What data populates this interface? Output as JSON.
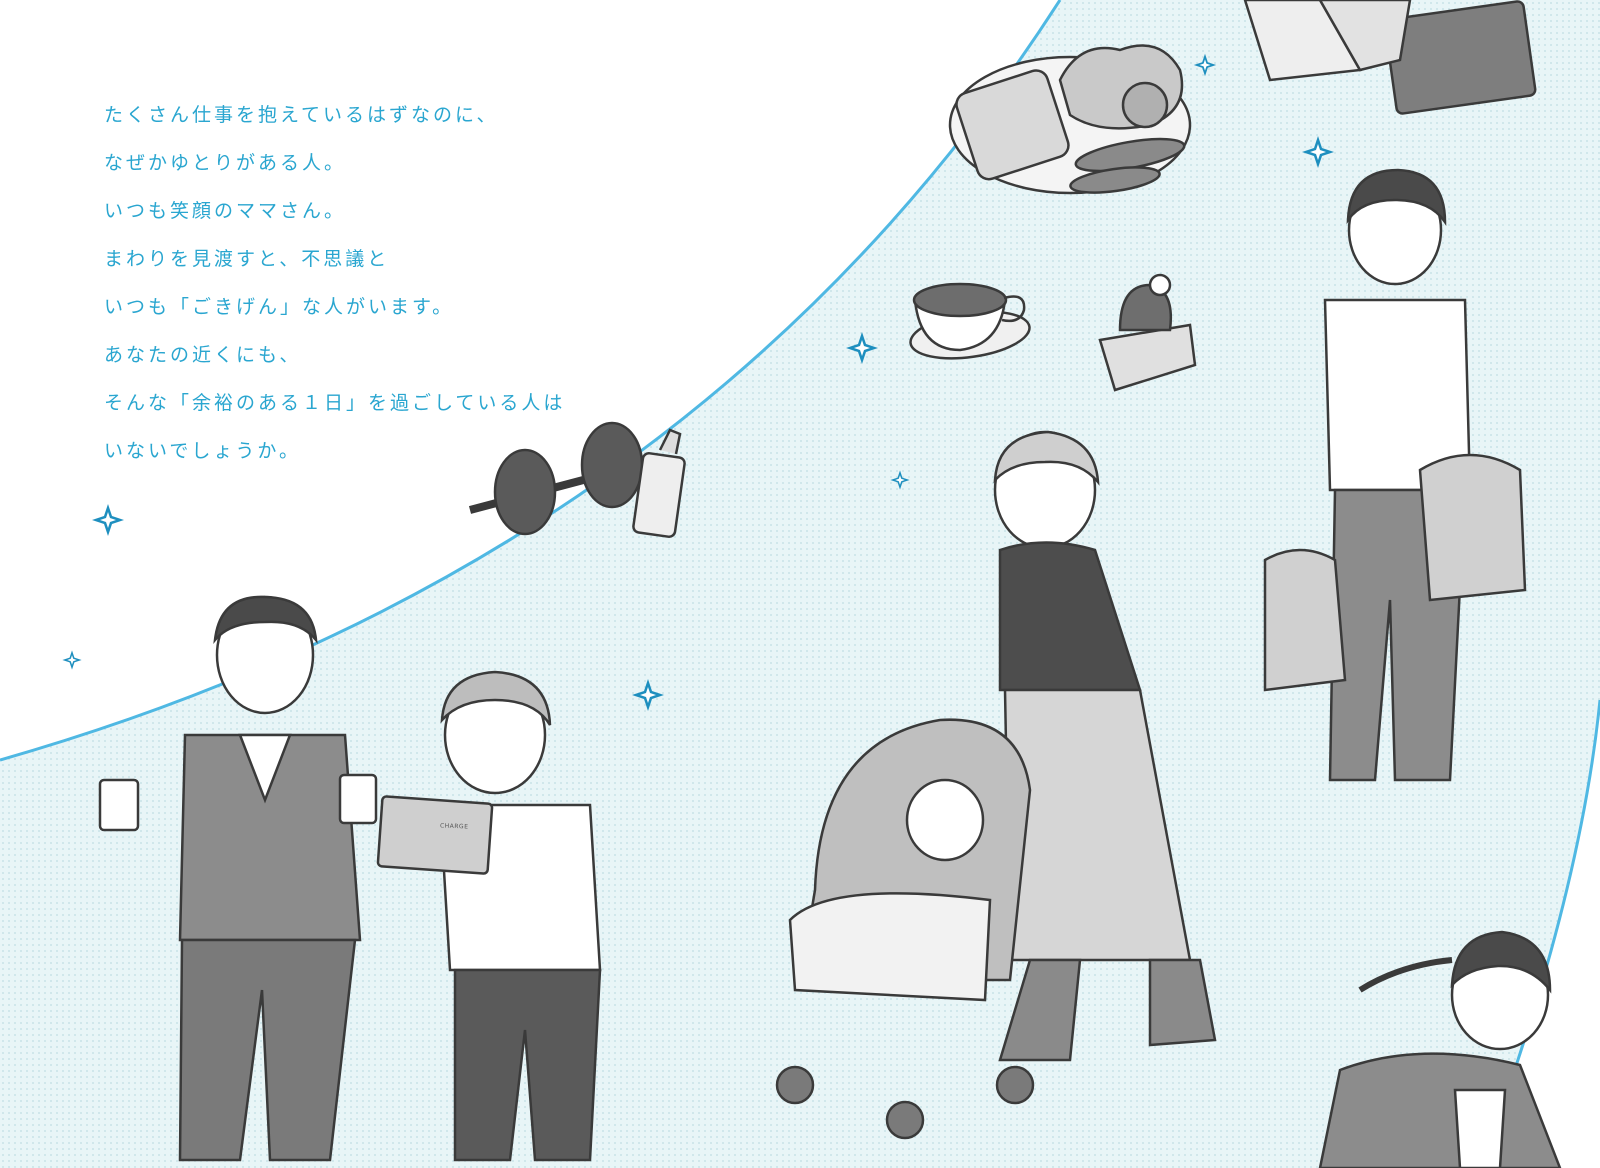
{
  "intro_lines": [
    "たくさん仕事を抱えているはずなのに、",
    "なぜかゆとりがある人。",
    "いつも笑顔のママさん。",
    "まわりを見渡すと、不思議と",
    "いつも「ごきげん」な人がいます。",
    "あなたの近くにも、",
    "そんな「余裕のある１日」を過ごしている人は",
    "いないでしょうか。"
  ],
  "laptop_brand": "CHARGE",
  "colors": {
    "accent_text": "#2aa6d0",
    "curve_line": "#4fb8e3",
    "tint": "#e8f5f7",
    "sparkle": "#1e8fbf",
    "ink": "#3a3a3a"
  }
}
